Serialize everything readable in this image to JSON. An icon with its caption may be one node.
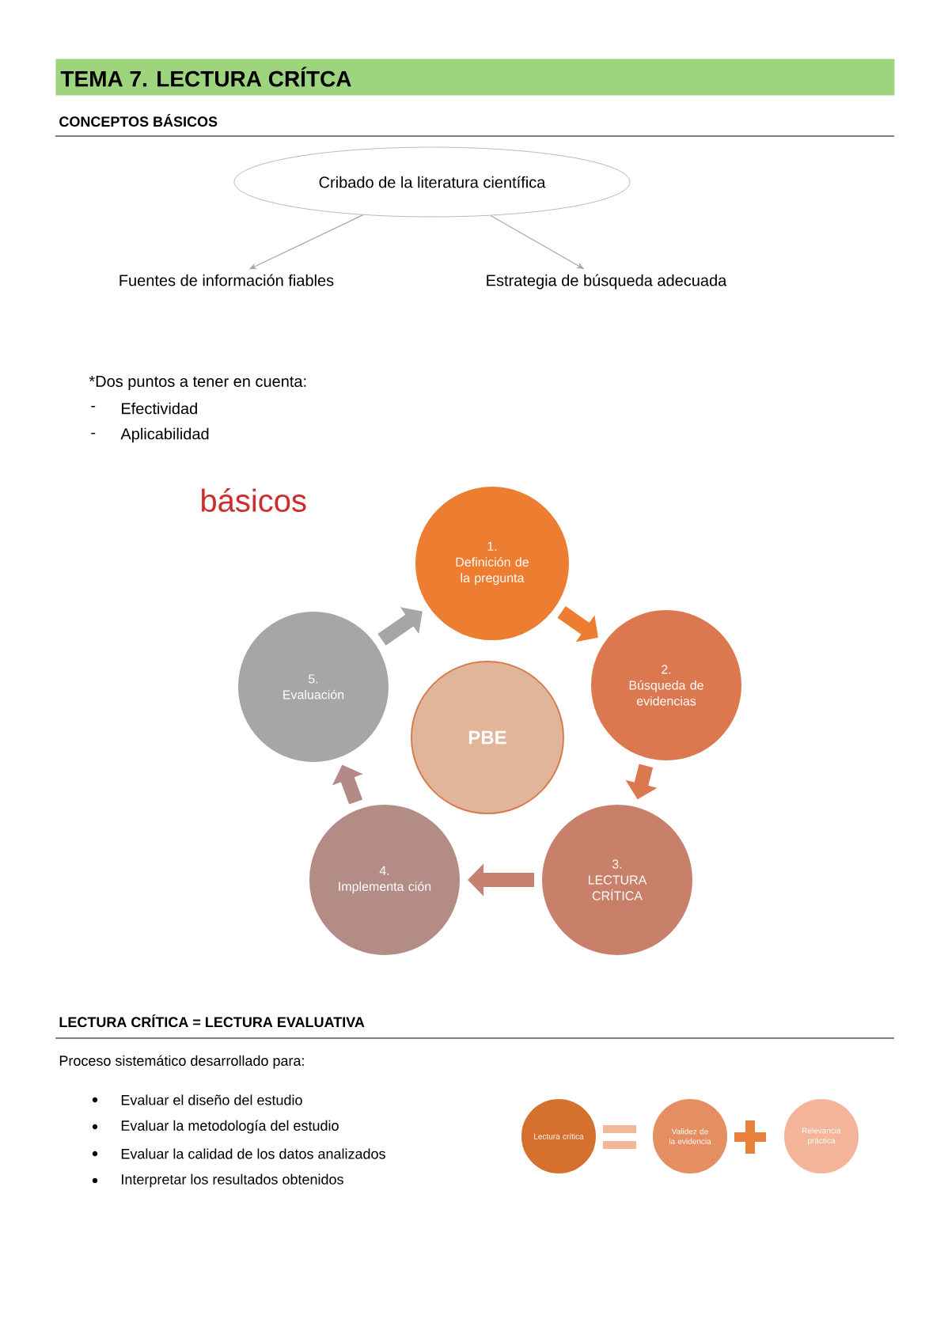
{
  "diagram": {
    "title": "TEMA 7. LECTURA CRÍTCA",
    "nodes": [
      {
        "text": [
          "Cribado de la literatura científica"
        ]
      },
      {
        "text": [
          "Fuentes de información fiables"
        ]
      },
      {
        "text": [
          "Estrategia de búsqueda adecuada"
        ]
      },
      {
        "text": [
          "1.",
          "Definición de la pregunta"
        ]
      },
      {
        "text": [
          "2.",
          "Búsqueda de evidencias"
        ]
      },
      {
        "text": [
          "3.",
          "LECTURA CRÍTICA"
        ]
      },
      {
        "text": [
          "4.",
          "Implementa ción"
        ]
      },
      {
        "text": [
          "5.",
          "Evaluación"
        ]
      },
      {
        "text": [
          "PBE"
        ]
      },
      {
        "text": [
          "Lectura crítica"
        ]
      },
      {
        "text": [
          "Validez de la evidencia"
        ]
      },
      {
        "text": [
          "Relevancia práctica"
        ]
      }
    ],
    "edges": [
      {
        "from": 0,
        "to": 1,
        "arrow": "to",
        "color": "#a6a6a6"
      },
      {
        "from": 0,
        "to": 2,
        "arrow": "to",
        "color": "#a6a6a6"
      },
      {
        "from": 3,
        "to": 4,
        "arrow": "to",
        "color": "#ed7d31"
      },
      {
        "from": 4,
        "to": 5,
        "arrow": "to",
        "color": "#dc7850"
      },
      {
        "from": 5,
        "to": 6,
        "arrow": "to",
        "color": "#c88070"
      },
      {
        "from": 6,
        "to": 7,
        "arrow": "to",
        "color": "#b38a86"
      },
      {
        "from": 7,
        "to": 3,
        "arrow": "to",
        "color": "#a6a6a6"
      }
    ],
    "labels": [
      "CONCEPTOS BÁSICOS",
      "*Dos puntos a tener en cuenta:",
      "-",
      "Efectividad",
      "-",
      "Aplicabilidad",
      "básicos",
      "LECTURA CRÍTICA = LECTURA EVALUATIVA",
      "Proceso sistemático desarrollado para:",
      "Evaluar el diseño del estudio",
      "Evaluar la metodología del estudio",
      "Evaluar la calidad de los datos analizados",
      "Interpretar los resultados obtenidos"
    ]
  }
}
